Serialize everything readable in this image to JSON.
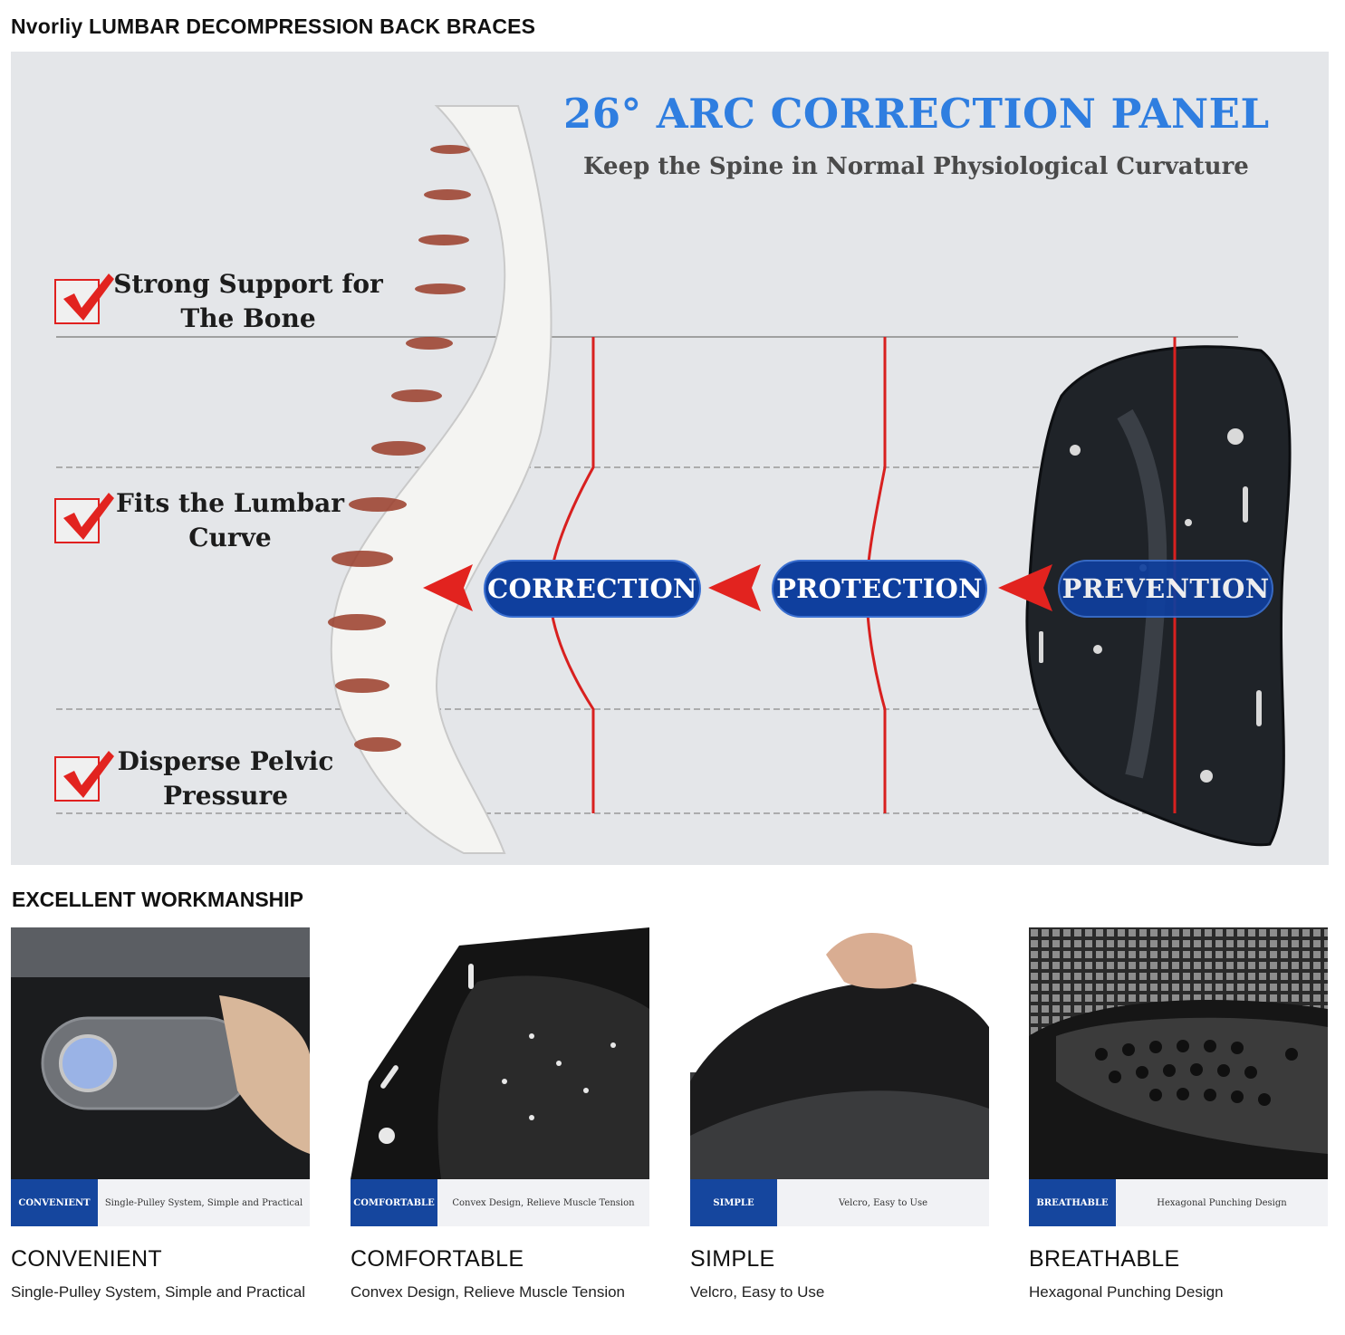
{
  "page_title": "Nvorliy LUMBAR DECOMPRESSION BACK BRACES",
  "banner": {
    "title": "26° ARC CORRECTION PANEL",
    "subtitle": "Keep the Spine in Normal Physiological Curvature",
    "features": [
      {
        "line1": "Strong Support for",
        "line2": "The  Bone"
      },
      {
        "line1": "Fits the Lumbar",
        "line2": "Curve"
      },
      {
        "line1": "Disperse Pelvic",
        "line2": "Pressure"
      }
    ],
    "stages": [
      "CORRECTION",
      "PROTECTION",
      "PREVENTION"
    ],
    "colors": {
      "title": "#2f7ee0",
      "pill": "#0f3f9e",
      "accent_red": "#e0201f"
    }
  },
  "section_heading": "EXCELLENT WORKMANSHIP",
  "cards": [
    {
      "tag": "CONVENIENT",
      "strip_desc": "Single-Pulley System, Simple and Practical",
      "title": "CONVENIENT",
      "desc": "Single-Pulley System, Simple and Practical",
      "icon": "pulley-image"
    },
    {
      "tag": "COMFORTABLE",
      "strip_desc": "Convex Design, Relieve Muscle Tension",
      "title": "COMFORTABLE",
      "desc": "Convex Design, Relieve Muscle Tension",
      "icon": "panel-image"
    },
    {
      "tag": "SIMPLE",
      "strip_desc": "Velcro, Easy to Use",
      "title": "SIMPLE",
      "desc": "Velcro, Easy to Use",
      "icon": "velcro-image"
    },
    {
      "tag": "BREATHABLE",
      "strip_desc": "Hexagonal Punching Design",
      "title": "BREATHABLE",
      "desc": "Hexagonal Punching Design",
      "icon": "mesh-image"
    }
  ]
}
